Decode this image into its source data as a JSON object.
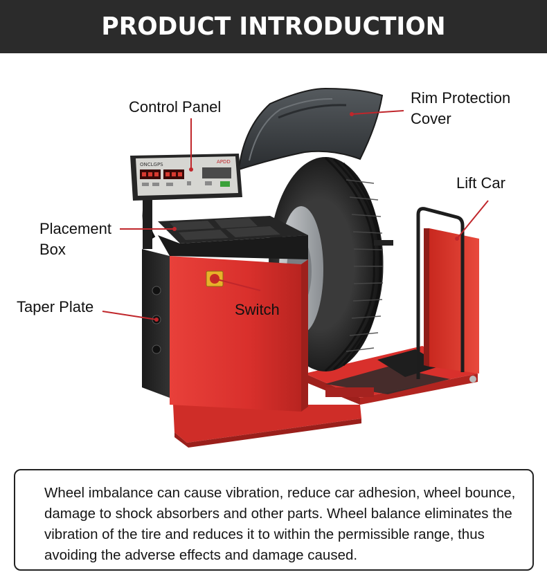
{
  "header": {
    "title": "PRODUCT INTRODUCTION"
  },
  "labels": {
    "control_panel": "Control Panel",
    "rim_protection_line1": "Rim Protection",
    "rim_protection_line2": "Cover",
    "lift_car": "Lift Car",
    "placement_line1": "Placement",
    "placement_line2": "Box",
    "taper_plate": "Taper Plate",
    "switch": "Switch"
  },
  "machine": {
    "panel_brand": "ONCLGPS",
    "panel_model": "APDD"
  },
  "description": {
    "text": "Wheel imbalance can cause vibration, reduce car adhesion, wheel bounce, damage to shock absorbers and other parts. Wheel balance eliminates the vibration of the tire and reduces it to within the permissible range, thus avoiding the adverse effects and damage caused."
  },
  "colors": {
    "banner": "#2b2b2b",
    "machine_red": "#d9302c",
    "pointer_line": "#c0262b"
  }
}
